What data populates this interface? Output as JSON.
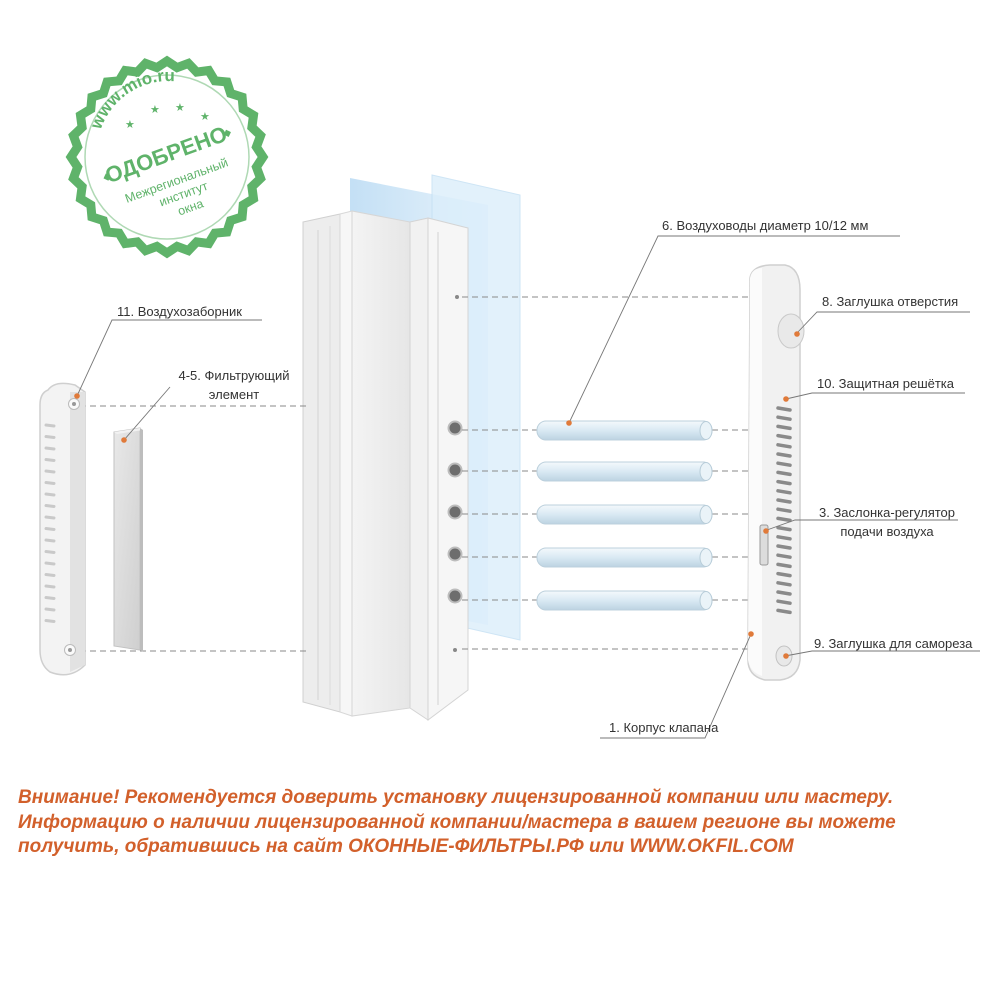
{
  "stamp": {
    "url": "www.mio.ru",
    "approved": "ОДОБРЕНО",
    "institute_line1": "Межрегиональный",
    "institute_line2": "институт",
    "institute_line3": "окна",
    "color": "#5fb36a"
  },
  "labels": {
    "l6": "6. Воздуховоды диаметр 10/12 мм",
    "l8": "8. Заглушка отверстия",
    "l10": "10. Защитная решётка",
    "l3_line1": "3. Заслонка-регулятор",
    "l3_line2": "подачи воздуха",
    "l9": "9. Заглушка для самореза",
    "l1": "1. Корпус клапана",
    "l11": "11. Воздухозаборник",
    "l45_line1": "4-5. Фильтрующий",
    "l45_line2": "элемент"
  },
  "warning": {
    "line1": "Внимание! Рекомендуется доверить установку лицензированной компании или мастеру.",
    "line2": "Информацию о наличии лицензированной компании/мастера в вашем регионе вы можете",
    "line3": "получить, обратившись на сайт ОКОННЫЕ-ФИЛЬТРЫ.РФ или WWW.OKFIL.COM",
    "color": "#d2602b"
  },
  "colors": {
    "accent_dot": "#e07a3a",
    "leader_line": "#777777",
    "dashed_line": "#8a8a8a",
    "glass": "#cfe6f7",
    "duct": "#dcebf4"
  }
}
